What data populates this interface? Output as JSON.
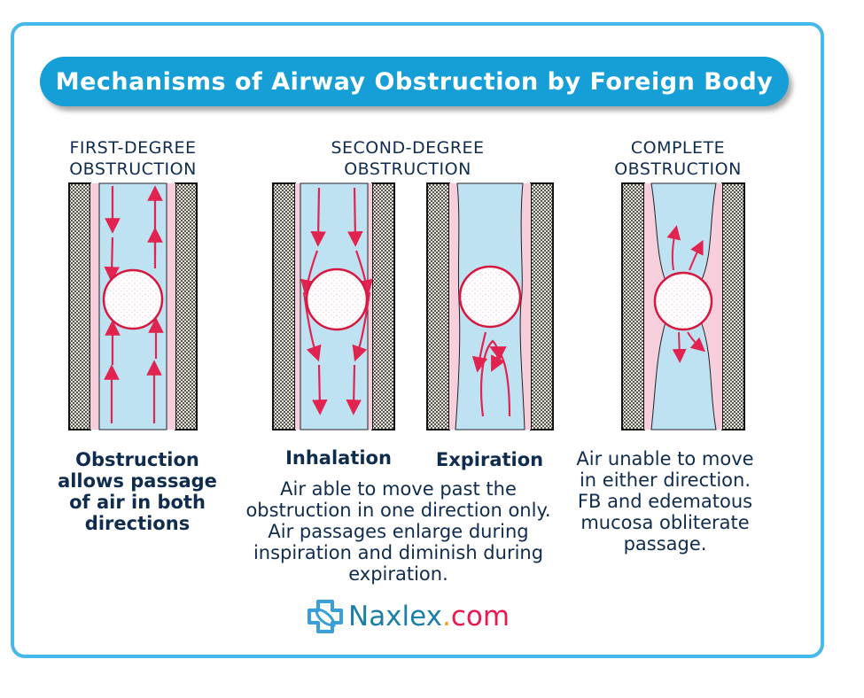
{
  "title": "Mechanisms of Airway Obstruction by Foreign Body",
  "panels": {
    "first": {
      "heading_1": "FIRST-DEGREE",
      "heading_2": "OBSTRUCTION",
      "caption": "Obstruction allows passage of air in both directions"
    },
    "second": {
      "heading_1": "SECOND-DEGREE",
      "heading_2": "OBSTRUCTION",
      "inhalation": "Inhalation",
      "expiration": "Expiration",
      "caption": "Air able to move past the obstruction in one direction only. Air passages enlarge during inspiration and diminish during expiration."
    },
    "complete": {
      "heading_1": "COMPLETE",
      "heading_2": "OBSTRUCTION",
      "caption": "Air unable to move in either direction. FB and edematous mucosa obliterate passage."
    }
  },
  "logo": {
    "name": "Naxlex",
    "dot": ".",
    "tld": "com",
    "icon": "cross-leaf-icon"
  },
  "colors": {
    "accent": "#169fd6",
    "airway": "#bfe2f3",
    "mucosa": "#f7cfdc",
    "arrow": "#e0244f"
  }
}
